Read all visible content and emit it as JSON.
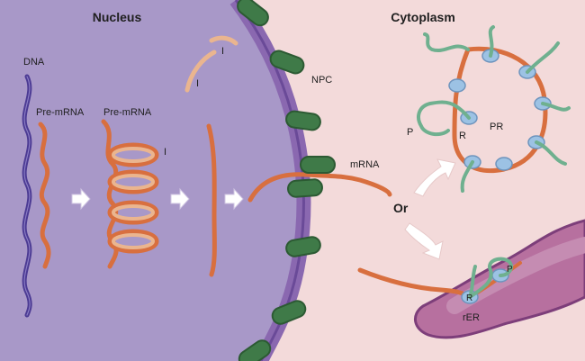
{
  "regions": {
    "nucleus": {
      "title": "Nucleus"
    },
    "cytoplasm": {
      "title": "Cytoplasm"
    }
  },
  "labels": {
    "dna": "DNA",
    "pre_mrna_1": "Pre-mRNA",
    "pre_mrna_2": "Pre-mRNA",
    "intron_loops": "I",
    "intron_free_1": "I",
    "intron_free_2": "I",
    "npc": "NPC",
    "mrna": "mRNA",
    "or": "Or",
    "protein": "P",
    "ribosome": "R",
    "polyribosome": "PR",
    "rough_er": "rER",
    "er_ribosome": "R",
    "er_protein": "P"
  },
  "colors": {
    "nucleus": "#a898c8",
    "cytoplasm": "#f3dada",
    "membrane_outer": "#8a68b0",
    "membrane_inner": "#6a4a98",
    "pore": "#3f7a48",
    "pore_light": "#5fa067",
    "dna": "#4b3a93",
    "rna": "#d86f3f",
    "rna_light": "#eab58f",
    "protein": "#6fb08f",
    "ribosome": "#9cc2e4",
    "er": "#b7709f",
    "er_edge": "#7d3e7a",
    "arrow": "#ffffff"
  }
}
